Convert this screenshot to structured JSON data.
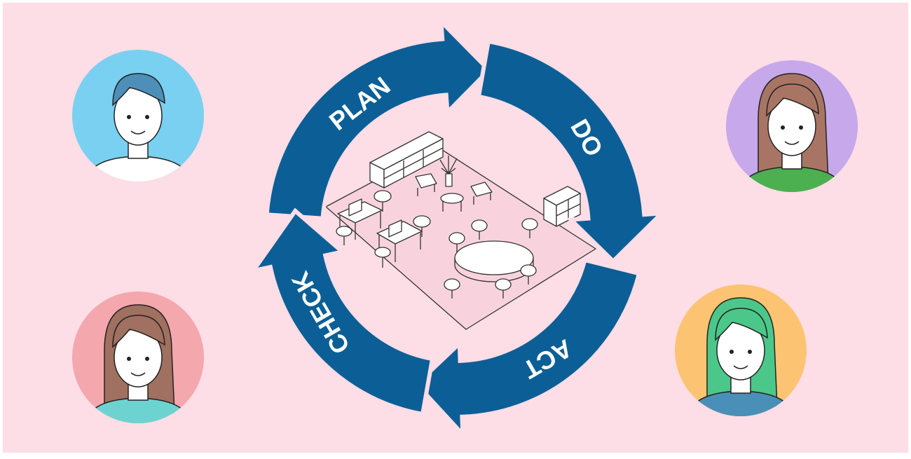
{
  "diagram": {
    "stages": [
      {
        "label": "PLAN"
      },
      {
        "label": "DO"
      },
      {
        "label": "ACT"
      },
      {
        "label": "CHECK"
      }
    ]
  },
  "colors": {
    "background": "#fddde6",
    "arrow": "#0b5f96",
    "arrow_text": "#ffffff",
    "floor": "#f8d3de",
    "line_art": "#333333",
    "avatar_top_left_bg": "#7ad0f0",
    "avatar_top_right_bg": "#c7a8ea",
    "avatar_bottom_left_bg": "#f4a7ad",
    "avatar_bottom_right_bg": "#fcc472"
  },
  "avatars": [
    {
      "icon": "person-short-hair-icon"
    },
    {
      "icon": "person-long-hair-icon"
    },
    {
      "icon": "person-long-hair-icon"
    },
    {
      "icon": "person-long-hair-icon"
    }
  ]
}
